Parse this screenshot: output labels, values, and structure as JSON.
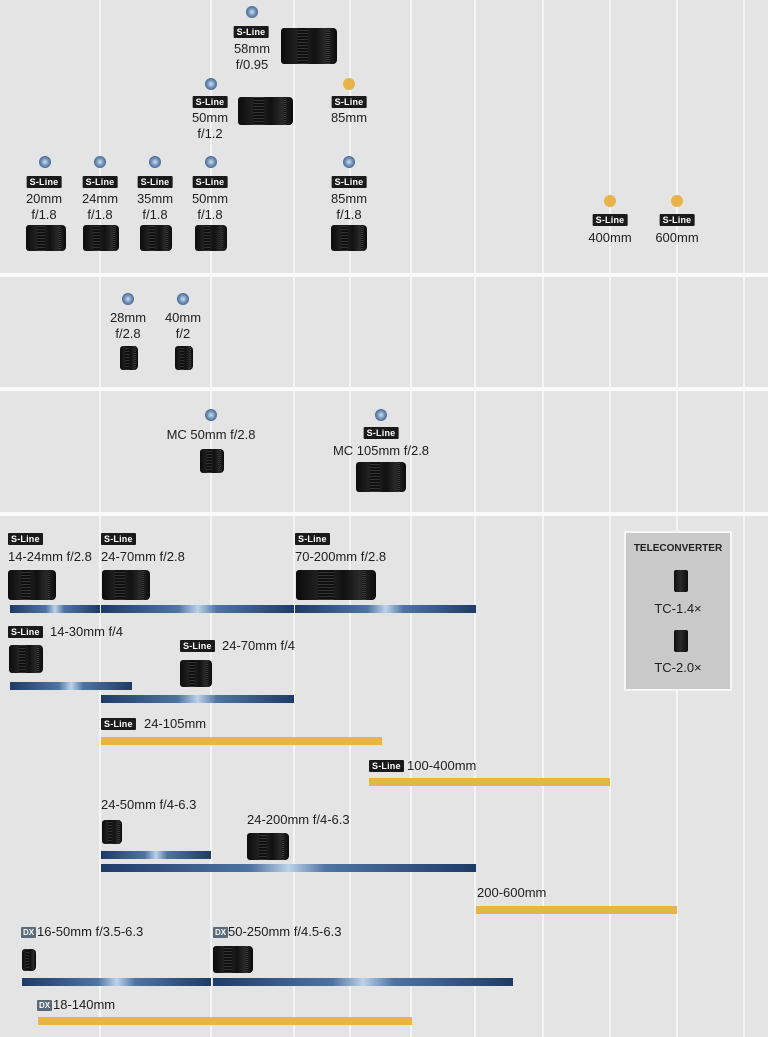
{
  "colors": {
    "background": "#e4e4e4",
    "gridline": "#f4f4f4",
    "blue_accent": "#1e3b66",
    "gold_accent": "#e8b44a",
    "badge": "#1a1a1a"
  },
  "badges": {
    "sline": "S-Line",
    "dx": "DX"
  },
  "primes": {
    "p58": {
      "l1": "58mm",
      "l2": "f/0.95"
    },
    "p50_12": {
      "l1": "50mm",
      "l2": "f/1.2"
    },
    "p85_gold": {
      "l1": "85mm"
    },
    "p20": {
      "l1": "20mm",
      "l2": "f/1.8"
    },
    "p24": {
      "l1": "24mm",
      "l2": "f/1.8"
    },
    "p35": {
      "l1": "35mm",
      "l2": "f/1.8"
    },
    "p50_18": {
      "l1": "50mm",
      "l2": "f/1.8"
    },
    "p85_18": {
      "l1": "85mm",
      "l2": "f/1.8"
    },
    "p400": {
      "l1": "400mm"
    },
    "p600": {
      "l1": "600mm"
    },
    "p28": {
      "l1": "28mm",
      "l2": "f/2.8"
    },
    "p40": {
      "l1": "40mm",
      "l2": "f/2"
    },
    "mc50": {
      "l1": "MC 50mm f/2.8"
    },
    "mc105": {
      "l1": "MC 105mm f/2.8"
    }
  },
  "zooms": {
    "z14_24": "14-24mm f/2.8",
    "z24_70_28": "24-70mm f/2.8",
    "z70_200": "70-200mm f/2.8",
    "z14_30": "14-30mm f/4",
    "z24_70_4": "24-70mm f/4",
    "z24_105": "24-105mm",
    "z100_400": "100-400mm",
    "z24_50": "24-50mm f/4-6.3",
    "z24_200": "24-200mm f/4-6.3",
    "z200_600": "200-600mm",
    "z16_50": "16-50mm f/3.5-6.3",
    "z50_250": "50-250mm f/4.5-6.3",
    "z18_140": "18-140mm"
  },
  "teleconverter": {
    "title": "TELECONVERTER",
    "tc14": "TC-1.4×",
    "tc20": "TC-2.0×"
  },
  "icons": [
    "lens-icon",
    "blue-dot-icon",
    "gold-dot-icon",
    "teleconverter-icon"
  ]
}
